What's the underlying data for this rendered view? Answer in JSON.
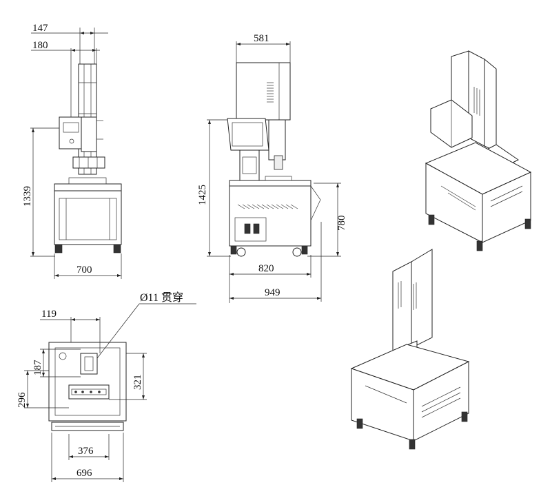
{
  "front_view": {
    "width_top_1": "147",
    "width_top_2": "180",
    "height": "1339",
    "base_width": "700"
  },
  "side_view": {
    "head_depth": "581",
    "total_height": "1425",
    "table_height": "780",
    "base_depth": "820",
    "overall_depth": "949"
  },
  "top_view": {
    "hole_offset": "119",
    "note": "Ø11 贯穿",
    "hole_y": "187",
    "plate_y": "296",
    "plate_h": "321",
    "plate_w": "376",
    "base_w": "696"
  }
}
